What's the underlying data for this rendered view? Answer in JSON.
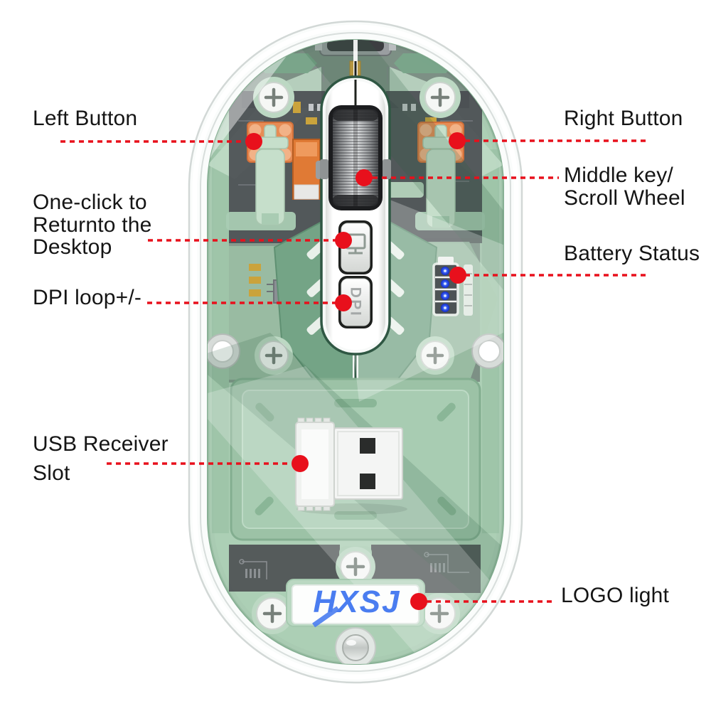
{
  "product": {
    "logo_text": "HXSJ",
    "dpi_button_text": "DPI"
  },
  "annotations": {
    "left_button": "Left Button",
    "right_button": "Right Button",
    "middle_key": "Middle key/\nScroll Wheel",
    "one_click": "One-click to\nReturnto the\nDesktop",
    "battery": "Battery Status",
    "dpi": "DPI loop+/-",
    "usb": "USB Receiver\nSlot",
    "logo_light": "LOGO light"
  },
  "colors": {
    "annotation_red": "#e8101c",
    "body_green": "#a9cbb2",
    "logo_blue": "#4a7df0",
    "led_blue": "#2b4fe8",
    "switch_orange": "#e78c55"
  }
}
